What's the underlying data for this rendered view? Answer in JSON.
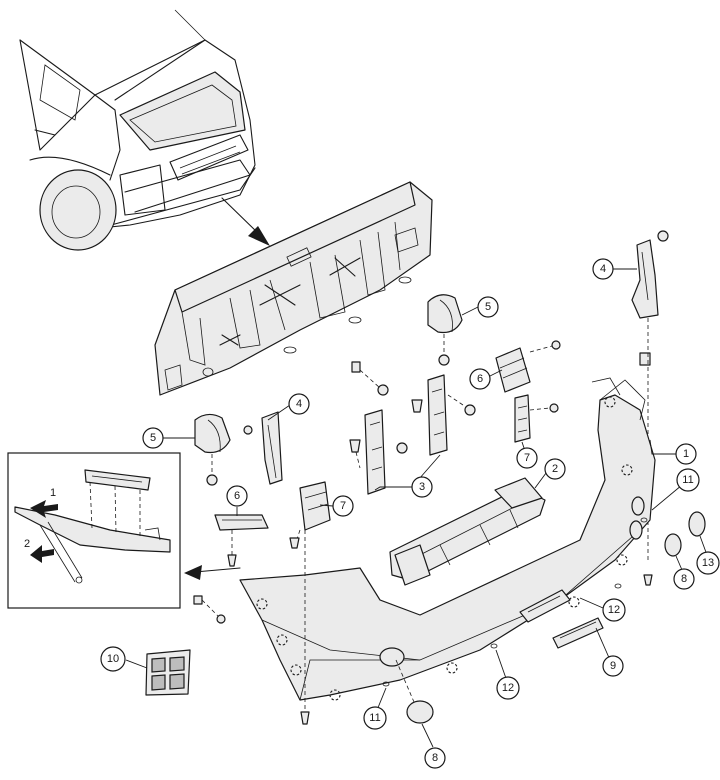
{
  "callouts": [
    {
      "id": "c1",
      "label": "1"
    },
    {
      "id": "c2",
      "label": "2"
    },
    {
      "id": "c3",
      "label": "3"
    },
    {
      "id": "c4a",
      "label": "4"
    },
    {
      "id": "c4b",
      "label": "4"
    },
    {
      "id": "c5a",
      "label": "5"
    },
    {
      "id": "c5b",
      "label": "5"
    },
    {
      "id": "c6a",
      "label": "6"
    },
    {
      "id": "c6b",
      "label": "6"
    },
    {
      "id": "c7a",
      "label": "7"
    },
    {
      "id": "c7b",
      "label": "7"
    },
    {
      "id": "c8a",
      "label": "8"
    },
    {
      "id": "c8b",
      "label": "8"
    },
    {
      "id": "c10",
      "label": "10"
    },
    {
      "id": "c11a",
      "label": "11"
    },
    {
      "id": "c11b",
      "label": "11"
    },
    {
      "id": "c12a",
      "label": "12"
    },
    {
      "id": "c12b",
      "label": "12"
    },
    {
      "id": "c13",
      "label": "13"
    }
  ],
  "inset": {
    "step1": "1",
    "step2": "2"
  }
}
